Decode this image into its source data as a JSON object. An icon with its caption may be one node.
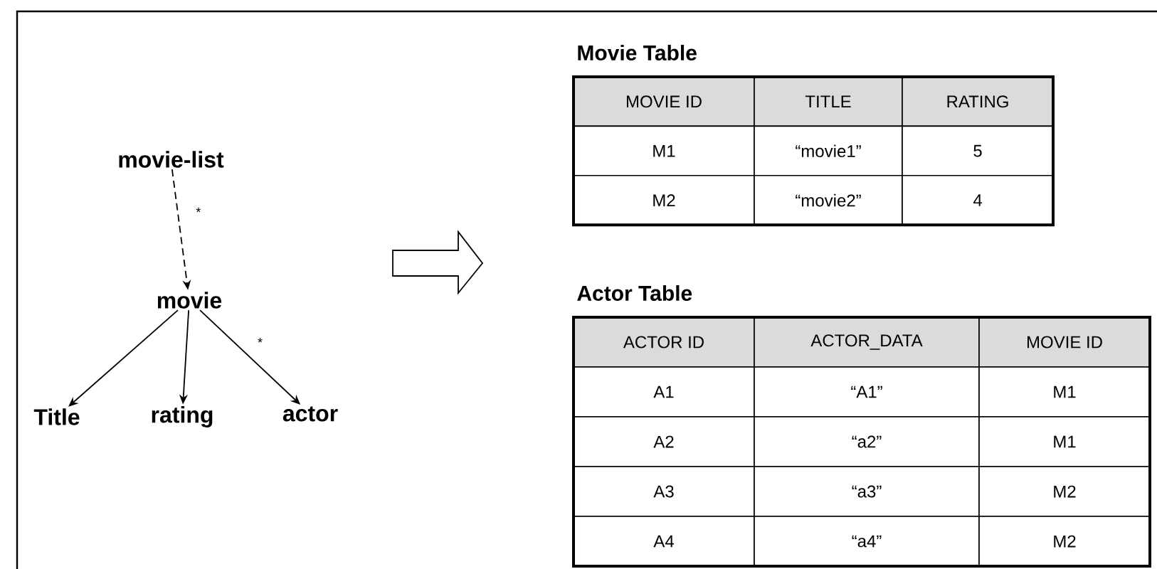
{
  "diagram": {
    "nodes": [
      {
        "text": [
          "movie-list"
        ]
      },
      {
        "text": [
          "movie"
        ]
      },
      {
        "text": [
          "Title"
        ]
      },
      {
        "text": [
          "rating"
        ]
      },
      {
        "text": [
          "actor"
        ]
      },
      {
        "text": [
          "Movie Table",
          "MOVIE ID",
          "TITLE",
          "RATING",
          "M1",
          "“movie1”",
          "5",
          "M2",
          "“movie2”",
          "4"
        ]
      },
      {
        "text": [
          "Actor Table",
          "ACTOR ID",
          "ACTOR_DATA",
          "MOVIE ID",
          "A1",
          "“A1”",
          "M1",
          "A2",
          "“a2”",
          "M1",
          "A3",
          "“a3”",
          "M2",
          "A4",
          "“a4”",
          "M2"
        ]
      }
    ],
    "edges": [
      {
        "from": 0,
        "to": 1,
        "arrow": "to",
        "label": "*",
        "style": "dashed"
      },
      {
        "from": 1,
        "to": 2,
        "arrow": "to"
      },
      {
        "from": 1,
        "to": 3,
        "arrow": "to"
      },
      {
        "from": 1,
        "to": 4,
        "arrow": "to",
        "label": "*"
      }
    ]
  }
}
